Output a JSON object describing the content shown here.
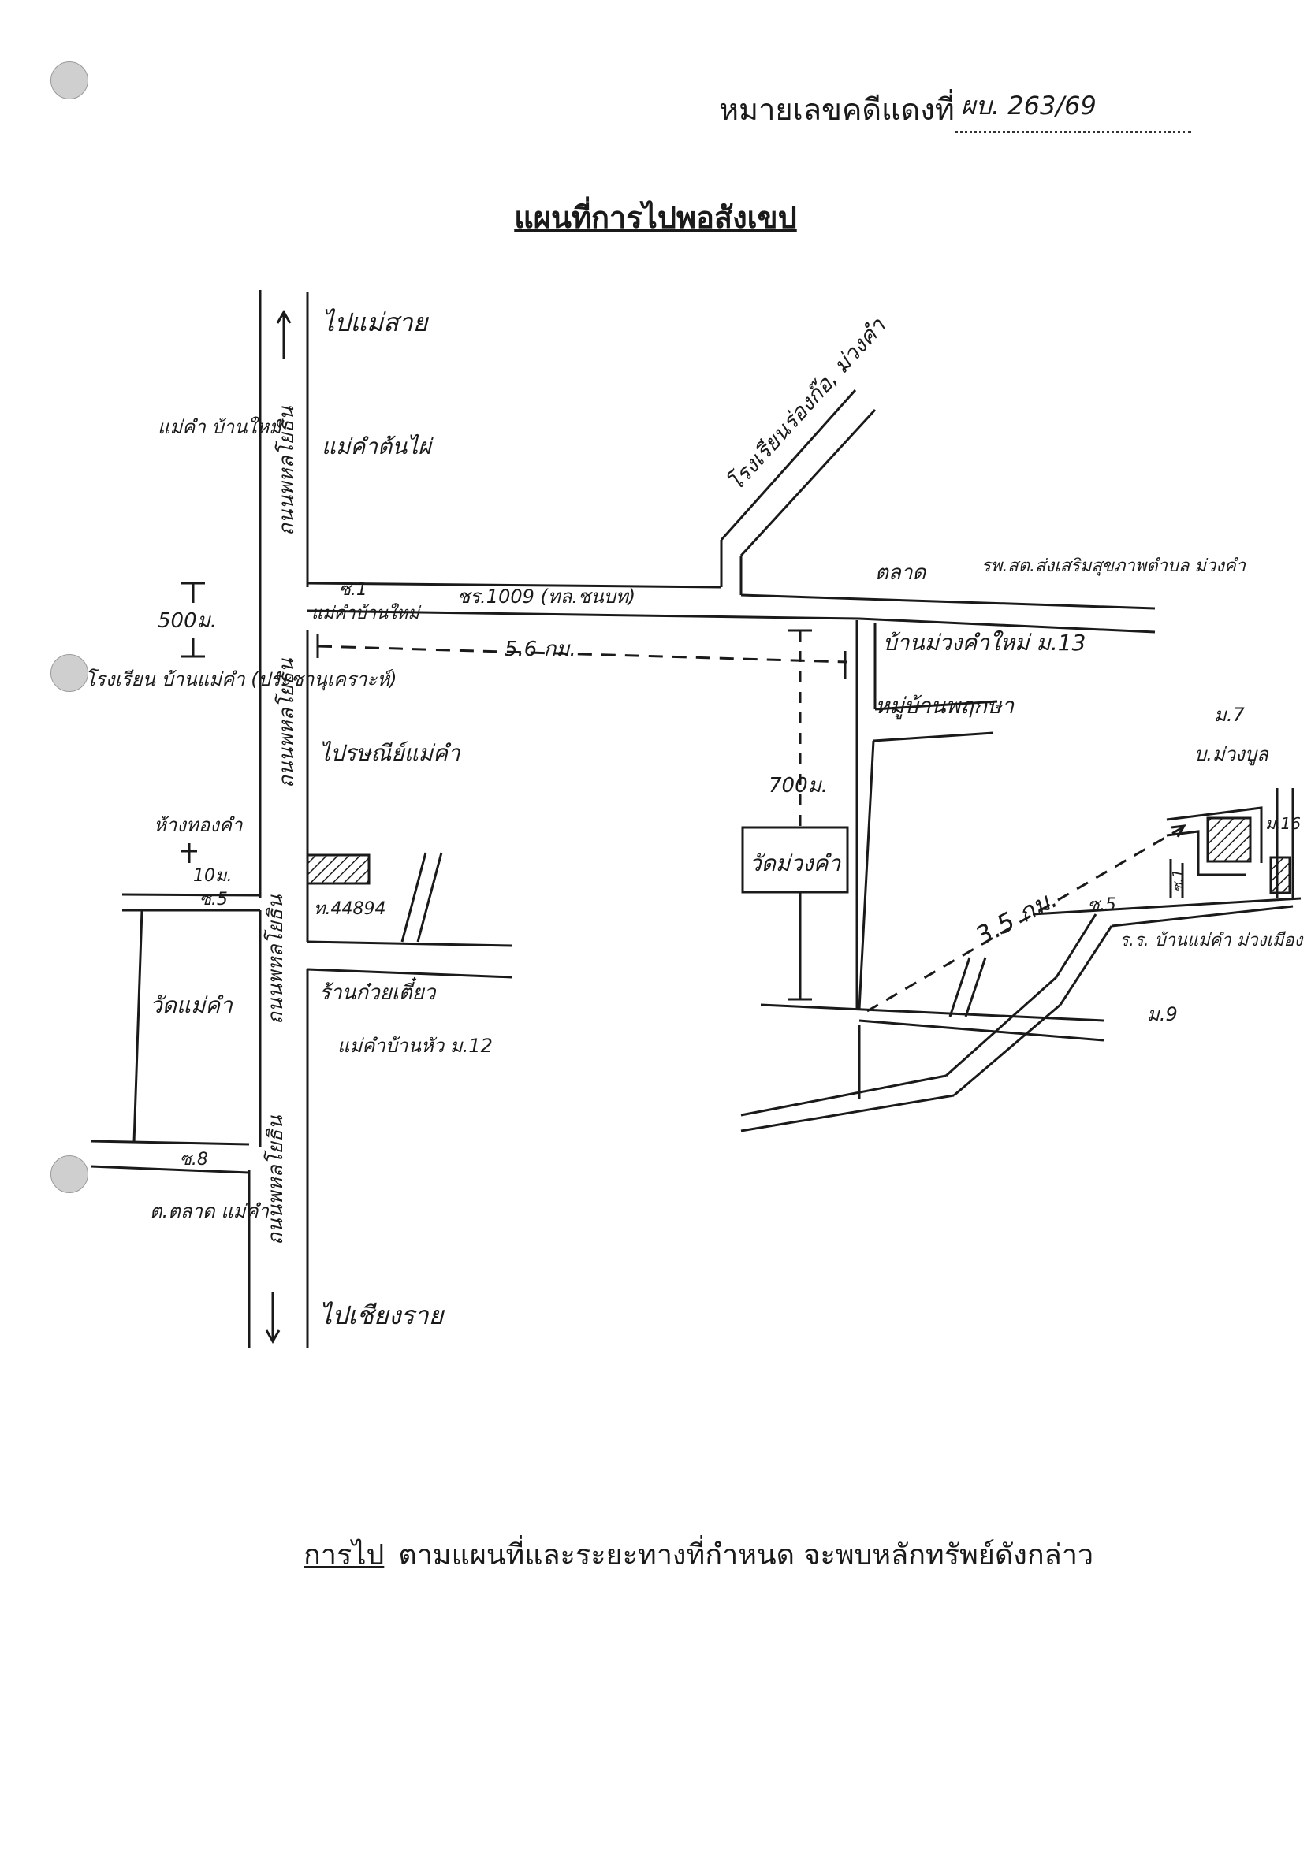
{
  "header": {
    "case_label": "หมายเลขคดีแดงที่",
    "case_number": "ผบ. 263/69"
  },
  "title": "แผนที่การไปพอสังเขป",
  "map": {
    "road_main_north": "ถนนพหลโยธิน",
    "road_main_mid": "ถนนพหลโยธิน",
    "road_main_south1": "ถนนพหลโยธิน",
    "road_main_south2": "ถนนพหลโยธิน",
    "to_north": "ไปแม่สาย",
    "to_south": "ไปเชียงราย",
    "place_maekham_banmai": "แม่คำ บ้านใหม่",
    "place_maekham_tonpai": "แม่คำต้นไผ่",
    "school_maekham": "โรงเรียน บ้านแม่คำ (ประชานุเคราะห์)",
    "dist_500m": "500ม.",
    "dist_10m": "10ม.",
    "dist_5_6km": "5.6 กม.",
    "dist_700m": "700ม.",
    "dist_3_5km": "3.5 กม.",
    "soi_1": "ซ.1",
    "soi_1_name": "แม่คำบ้านใหม่",
    "rural_road": "ชร.1009 (ทล.ชนบท)",
    "school_muangkham": "โรงเรียนร่องก๊อ, ม่วงคำ",
    "market": "ตลาด",
    "health_hospital": "รพ.สต.ส่งเสริมสุขภาพตำบล ม่วงคำ",
    "ban_muangkham_mai": "บ้านม่วงคำใหม่ ม.13",
    "housing": "หมู่บ้านพฤกษา",
    "post_office": "ไปรษณีย์แม่คำ",
    "tesco_store": "ท.44894",
    "soi_5": "ซ.5",
    "herb_shop": "ห้างทองคำ",
    "wat_maekham": "วัดแม่คำ",
    "noodle_shop": "ร้านก๋วยเตี๋ยว",
    "maekham_bannua": "แม่คำบ้านหัว ม.12",
    "soi_8": "ซ.8",
    "market_maekham": "ต.ตลาด แม่คำ",
    "wat_muangkham": "วัดม่วงคำ",
    "m7": "ม.7",
    "ban_muangpuang": "บ.ม่วงบูล",
    "m16": "ม.16",
    "soi_label_small": "ซ.1",
    "school_ban_maekham": "ร.ร. บ้านแม่คำ ม่วงเมือง",
    "m9": "ม.9",
    "soi_right": "ซ.5"
  },
  "footer": {
    "lead": "การไป",
    "text": "ตามแผนที่และระยะทางที่กำหนด จะพบหลักทรัพย์ดังกล่าว"
  }
}
